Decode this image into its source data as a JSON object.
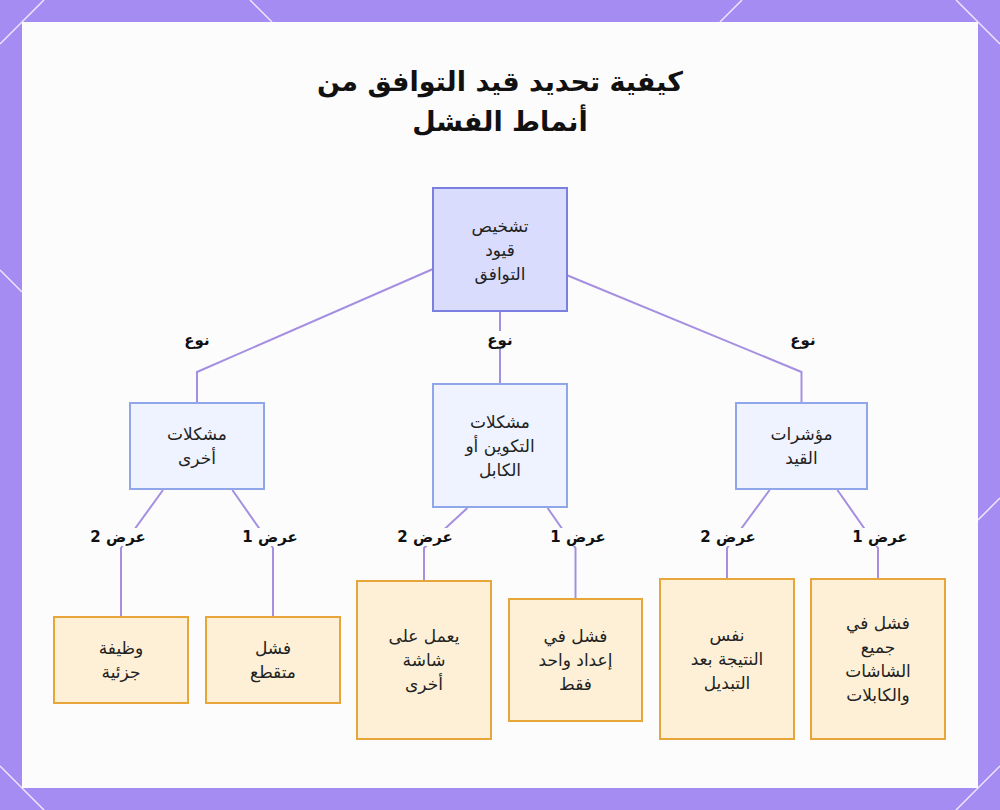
{
  "diagram": {
    "title": "كيفية تحديد قيد التوافق من أنماط الفشل",
    "nodes": [
      {
        "text": [
          "تشخيص قيود التوافق"
        ]
      },
      {
        "text": [
          "مؤشرات القيد"
        ]
      },
      {
        "text": [
          "مشكلات التكوين أو الكابل"
        ]
      },
      {
        "text": [
          "مشكلات أخرى"
        ]
      },
      {
        "text": [
          "فشل في جميع الشاشات والكابلات"
        ]
      },
      {
        "text": [
          "نفس النتيجة بعد التبديل"
        ]
      },
      {
        "text": [
          "فشل في إعداد واحد فقط"
        ]
      },
      {
        "text": [
          "يعمل على شاشة أخرى"
        ]
      },
      {
        "text": [
          "فشل متقطع"
        ]
      },
      {
        "text": [
          "وظيفة جزئية"
        ]
      }
    ],
    "edges": [
      {
        "from": 0,
        "to": 1,
        "label": "نوع",
        "arrow": "none"
      },
      {
        "from": 0,
        "to": 2,
        "label": "نوع",
        "arrow": "none"
      },
      {
        "from": 0,
        "to": 3,
        "label": "نوع",
        "arrow": "none"
      },
      {
        "from": 1,
        "to": 4,
        "label": "عرض 1",
        "arrow": "none"
      },
      {
        "from": 1,
        "to": 5,
        "label": "عرض 2",
        "arrow": "none"
      },
      {
        "from": 2,
        "to": 6,
        "label": "عرض 1",
        "arrow": "none"
      },
      {
        "from": 2,
        "to": 7,
        "label": "عرض 2",
        "arrow": "none"
      },
      {
        "from": 3,
        "to": 8,
        "label": "عرض 1",
        "arrow": "none"
      },
      {
        "from": 3,
        "to": 9,
        "label": "عرض 2",
        "arrow": "none"
      }
    ]
  }
}
